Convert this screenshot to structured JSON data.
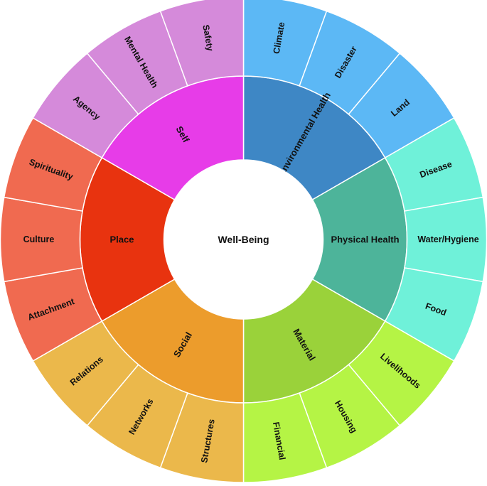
{
  "center": {
    "label": "Well-Being",
    "color": "#ffffff"
  },
  "groups": [
    {
      "name": "Environmental Health",
      "color": "#3e87c5",
      "children": [
        {
          "name": "Climate",
          "color": "#5cb8f5"
        },
        {
          "name": "Disaster",
          "color": "#5cb8f5"
        },
        {
          "name": "Land",
          "color": "#5cb8f5"
        }
      ]
    },
    {
      "name": "Physical Health",
      "color": "#4db49a",
      "children": [
        {
          "name": "Disease",
          "color": "#6ff1d9"
        },
        {
          "name": "Water/Hygiene",
          "color": "#6ff1d9"
        },
        {
          "name": "Food",
          "color": "#6ff1d9"
        }
      ]
    },
    {
      "name": "Material",
      "color": "#9ad23a",
      "children": [
        {
          "name": "Livelihoods",
          "color": "#b5f445"
        },
        {
          "name": "Housing",
          "color": "#b5f445"
        },
        {
          "name": "Financial",
          "color": "#b5f445"
        }
      ]
    },
    {
      "name": "Social",
      "color": "#ec9c2c",
      "children": [
        {
          "name": "Structures",
          "color": "#ebb84b"
        },
        {
          "name": "Networks",
          "color": "#ebb84b"
        },
        {
          "name": "Relations",
          "color": "#ebb84b"
        }
      ]
    },
    {
      "name": "Place",
      "color": "#e8330f",
      "children": [
        {
          "name": "Attachment",
          "color": "#f06a50"
        },
        {
          "name": "Culture",
          "color": "#f06a50"
        },
        {
          "name": "Spirituality",
          "color": "#f06a50"
        }
      ]
    },
    {
      "name": "Self",
      "color": "#e73ce8",
      "children": [
        {
          "name": "Agency",
          "color": "#d58ada"
        },
        {
          "name": "Mental Health",
          "color": "#d58ada"
        },
        {
          "name": "Safety",
          "color": "#d58ada"
        }
      ]
    }
  ]
}
